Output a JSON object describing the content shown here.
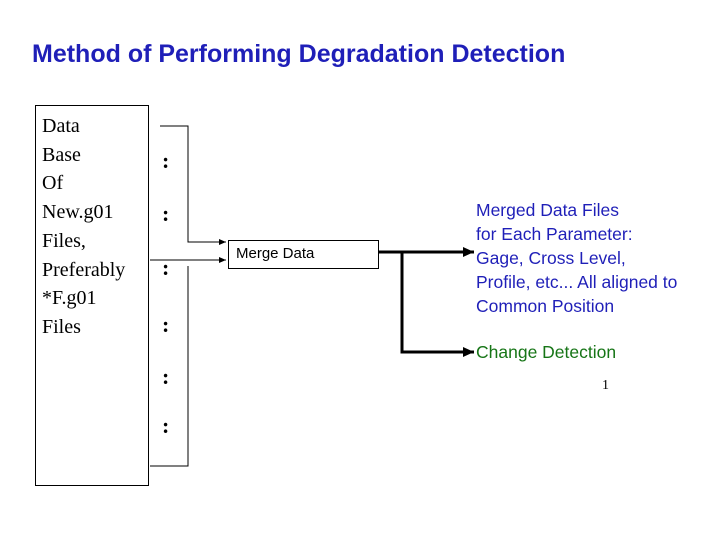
{
  "title": "Method of Performing Degradation Detection",
  "database": {
    "lines": [
      "Data",
      "Base",
      "Of",
      "New.g01",
      "Files,",
      "Preferably",
      "*F.g01",
      "Files"
    ]
  },
  "separator": ":",
  "merge_step": {
    "label": "Merge Data"
  },
  "outputs": {
    "merged": {
      "lines": [
        "Merged Data Files",
        "for Each Parameter:",
        "Gage, Cross Level,",
        "Profile, etc... All aligned to",
        "Common Position"
      ]
    },
    "change": {
      "label": "Change Detection"
    }
  },
  "page_number": "1",
  "colors": {
    "title": "#1f1fb8",
    "merged_text": "#1f1fb8",
    "change_text": "#167516",
    "lines": "#000000"
  }
}
